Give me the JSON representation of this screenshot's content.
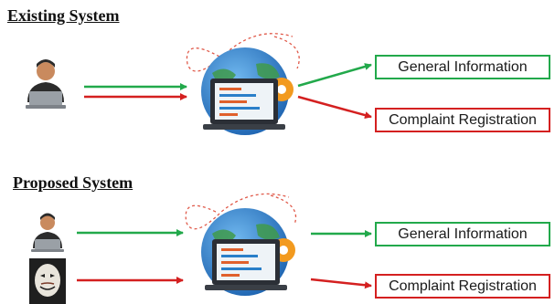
{
  "existing": {
    "heading": "Existing System",
    "targets": {
      "general_information": "General Information",
      "complaint_registration": "Complaint Registration"
    }
  },
  "proposed": {
    "heading": "Proposed System",
    "targets": {
      "general_information": "General Information",
      "complaint_registration": "Complaint Registration"
    }
  },
  "colors": {
    "green_arrow": "#22a94b",
    "red_arrow": "#d42020",
    "globe": "#2a7fc9",
    "gear": "#f29a1f"
  },
  "icons": {
    "user": "person-laptop-icon",
    "hacker": "anonymous-mask-icon",
    "server": "globe-laptop-gear-icon"
  }
}
